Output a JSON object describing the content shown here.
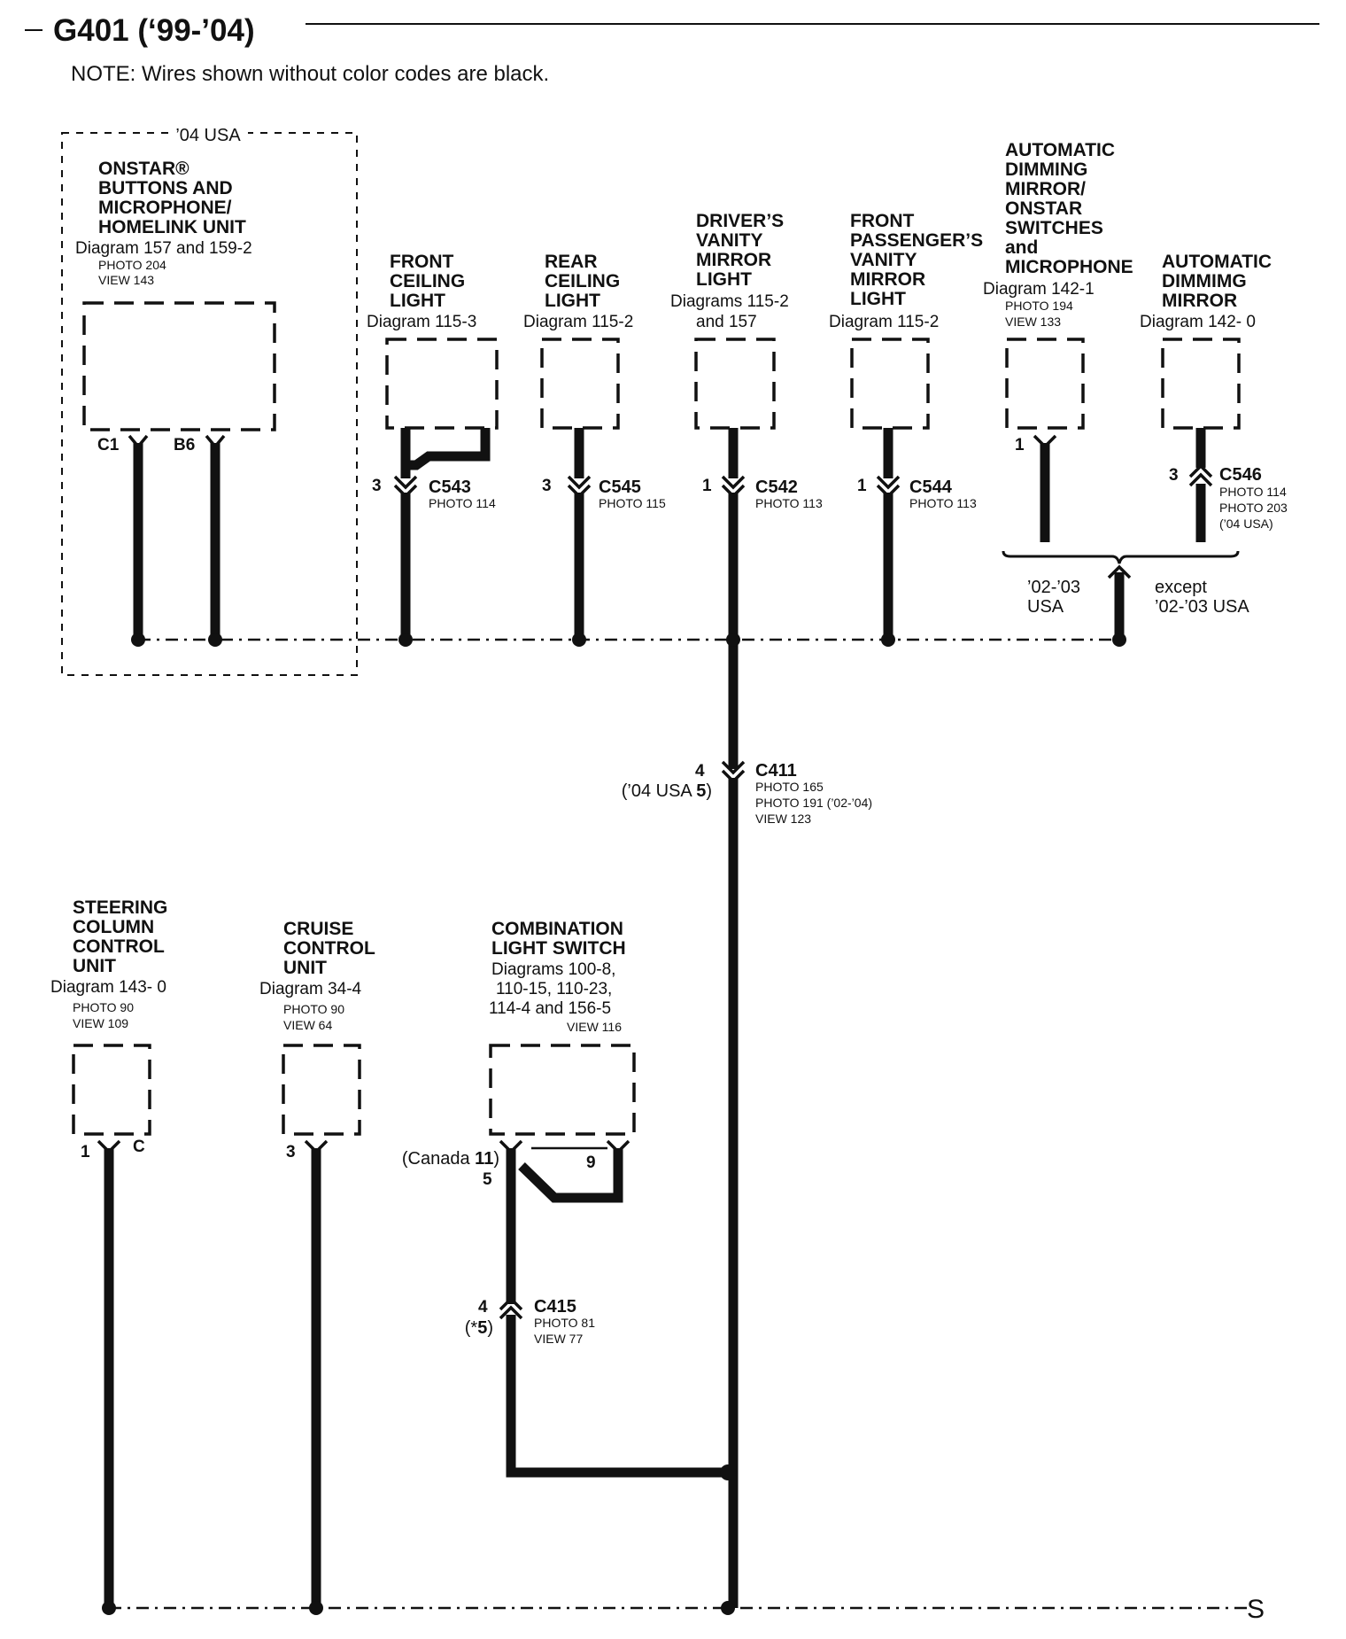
{
  "header": {
    "title": "G401 (‘99-’04)",
    "note": "NOTE: Wires shown without color codes are black."
  },
  "components": {
    "onstar": {
      "region_label": "’04 USA",
      "name": [
        "ONSTAR®",
        "BUTTONS AND",
        "MICROPHONE/",
        "HOMELINK UNIT"
      ],
      "diagram": "Diagram 157 and 159-2",
      "photo": "PHOTO 204",
      "view": "VIEW 143",
      "pins": [
        "C1",
        "B6"
      ]
    },
    "front_ceiling": {
      "name": [
        "FRONT",
        "CEILING",
        "LIGHT"
      ],
      "diagram": "Diagram 115-3",
      "pin": "3",
      "connector": "C543",
      "photo": "PHOTO 114"
    },
    "rear_ceiling": {
      "name": [
        "REAR",
        "CEILING",
        "LIGHT"
      ],
      "diagram": "Diagram 115-2",
      "pin": "3",
      "connector": "C545",
      "photo": "PHOTO 115"
    },
    "driver_vanity": {
      "name": [
        "DRIVER’S",
        "VANITY",
        "MIRROR",
        "LIGHT"
      ],
      "diagram": [
        "Diagrams 115-2",
        "and 157"
      ],
      "pin": "1",
      "connector": "C542",
      "photo": "PHOTO 113"
    },
    "passenger_vanity": {
      "name": [
        "FRONT",
        "PASSENGER’S",
        "VANITY",
        "MIRROR",
        "LIGHT"
      ],
      "diagram": "Diagram 115-2",
      "pin": "1",
      "connector": "C544",
      "photo": "PHOTO 113"
    },
    "auto_dim_onstar": {
      "name": [
        "AUTOMATIC",
        "DIMMING",
        "MIRROR/",
        "ONSTAR",
        "SWITCHES",
        "and",
        "MICROPHONE"
      ],
      "diagram": "Diagram 142-1",
      "photo": "PHOTO 194",
      "view": "VIEW 133",
      "pin": "1"
    },
    "auto_dim_mirror": {
      "name": [
        "AUTOMATIC",
        "DIMMIMG",
        "MIRROR"
      ],
      "diagram": "Diagram 142- 0",
      "pin": "3",
      "connector": "C546",
      "photos": [
        "PHOTO 114",
        "PHOTO 203",
        "(’04 USA)"
      ]
    },
    "year_labels": {
      "left": [
        "’02-’03",
        "USA"
      ],
      "right": [
        "except",
        "’02-’03 USA"
      ]
    },
    "c411": {
      "pin": "4",
      "alt_pin_prefix": "(’04 USA ",
      "alt_pin": "5",
      "alt_pin_suffix": ")",
      "connector": "C411",
      "photos": [
        "PHOTO 165",
        "PHOTO 191 (’02-’04)",
        "VIEW 123"
      ]
    },
    "steering": {
      "name": [
        "STEERING",
        "COLUMN",
        "CONTROL",
        "UNIT"
      ],
      "diagram": "Diagram 143- 0",
      "photo": "PHOTO 90",
      "view": "VIEW 109",
      "pins": [
        "1",
        "C"
      ]
    },
    "cruise": {
      "name": [
        "CRUISE",
        "CONTROL",
        "UNIT"
      ],
      "diagram": "Diagram 34-4",
      "photo": "PHOTO 90",
      "view": "VIEW 64",
      "pin": "3"
    },
    "combo_switch": {
      "name": [
        "COMBINATION",
        "LIGHT SWITCH"
      ],
      "diagram": [
        "Diagrams 100-8,",
        "110-15, 110-23,",
        "114-4 and 156-5"
      ],
      "view": "VIEW 116",
      "canada_prefix": "(Canada ",
      "canada_pin": "11",
      "canada_suffix": ")",
      "pin_main": "5",
      "pin_other": "9"
    },
    "c415": {
      "pin": "4",
      "alt_prefix": "(*",
      "alt_pin": "5",
      "alt_suffix": ")",
      "connector": "C415",
      "photo": "PHOTO 81",
      "view": "VIEW 77"
    }
  },
  "continuation_mark": "S"
}
